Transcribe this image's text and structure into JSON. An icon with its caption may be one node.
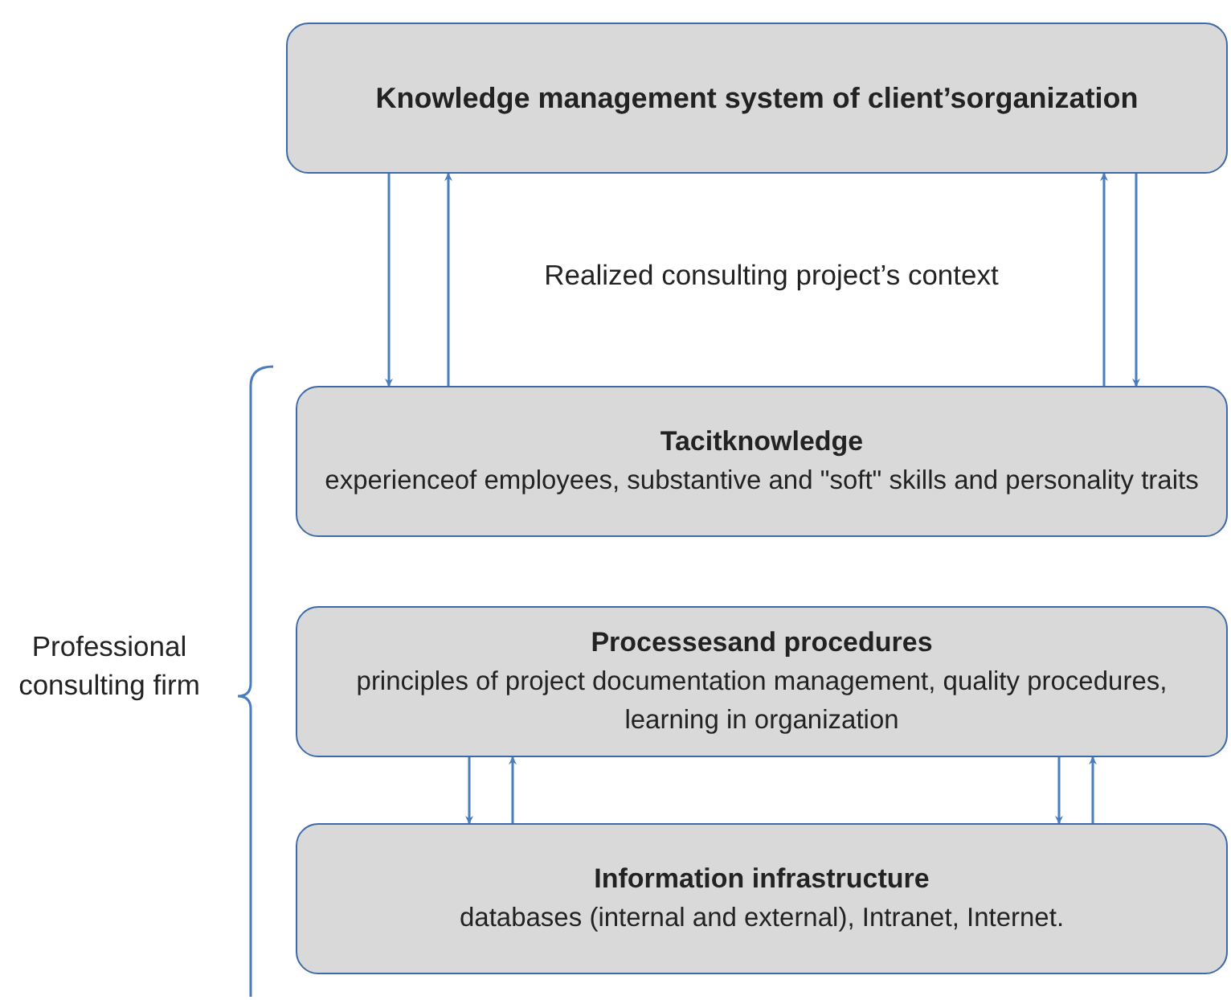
{
  "diagram": {
    "nodes": [
      {
        "text": [
          "Knowledge management system of client’sorganization"
        ]
      },
      {
        "text": [
          "Tacitknowledge",
          "experienceof employees, substantive and \"soft\" skills and personality traits"
        ]
      },
      {
        "text": [
          "Processesand procedures",
          "principles of project documentation management, quality procedures, learning in organization"
        ]
      },
      {
        "text": [
          "Information infrastructure",
          "databases (internal and external), Intranet, Internet."
        ]
      }
    ],
    "edges": [
      {
        "from": 0,
        "to": 1,
        "arrow": "to"
      },
      {
        "from": 1,
        "to": 0,
        "arrow": "to"
      },
      {
        "from": 1,
        "to": 0,
        "arrow": "to"
      },
      {
        "from": 0,
        "to": 1,
        "arrow": "to"
      },
      {
        "from": 2,
        "to": 3,
        "arrow": "to"
      },
      {
        "from": 3,
        "to": 2,
        "arrow": "to"
      },
      {
        "from": 2,
        "to": 3,
        "arrow": "to"
      },
      {
        "from": 3,
        "to": 2,
        "arrow": "to"
      }
    ],
    "labels": [
      "Realized consulting project’s context",
      "Professional consulting firm"
    ]
  }
}
